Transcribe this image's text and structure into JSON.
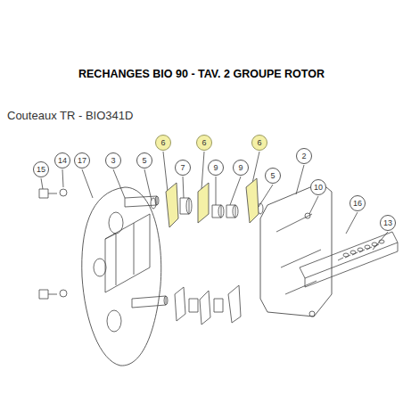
{
  "diagram": {
    "title": "RECHANGES BIO 90 - TAV. 2 GROUPE ROTOR",
    "nodes": [
      {
        "text": [
          "15"
        ]
      },
      {
        "text": [
          "14"
        ]
      },
      {
        "text": [
          "17"
        ]
      },
      {
        "text": [
          "3"
        ]
      },
      {
        "text": [
          "5"
        ]
      },
      {
        "text": [
          "6"
        ]
      },
      {
        "text": [
          "7"
        ]
      },
      {
        "text": [
          "6"
        ]
      },
      {
        "text": [
          "9"
        ]
      },
      {
        "text": [
          "9"
        ]
      },
      {
        "text": [
          "6"
        ]
      },
      {
        "text": [
          "5"
        ]
      },
      {
        "text": [
          "2"
        ]
      },
      {
        "text": [
          "10"
        ]
      },
      {
        "text": [
          "16"
        ]
      },
      {
        "text": [
          "13"
        ]
      }
    ],
    "labels": [
      "Couteaux TR - BIO341D"
    ]
  }
}
